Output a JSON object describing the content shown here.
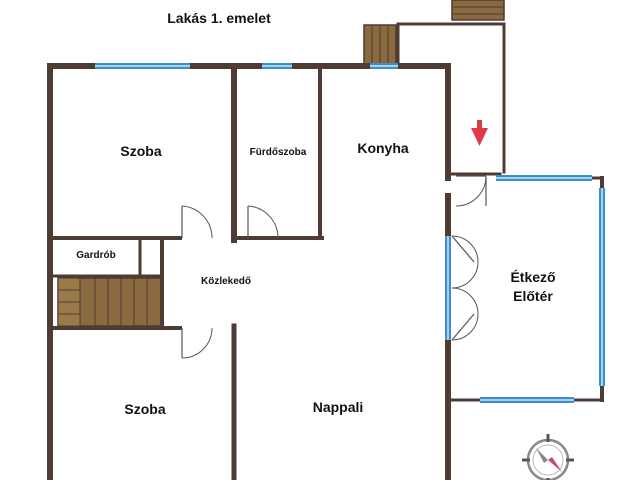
{
  "plan": {
    "title": "Lakás 1. emelet",
    "rooms": {
      "szoba_top": "Szoba",
      "furdoszoba": "Fürdőszoba",
      "konyha": "Konyha",
      "gardrob": "Gardrób",
      "kozlekedo": "Közlekedő",
      "etkezo_line1": "Étkező",
      "etkezo_line2": "Előtér",
      "szoba_bottom": "Szoba",
      "nappali": "Nappali"
    },
    "colors": {
      "wall": "#4e3b33",
      "window": "#3f8fc6",
      "window_inner": "#9fd3f2",
      "stairs": "#8a6a3e",
      "arrow": "#e03a4a"
    },
    "icons": {
      "entrance": "entrance-arrow-icon",
      "compass": "compass-icon"
    }
  }
}
